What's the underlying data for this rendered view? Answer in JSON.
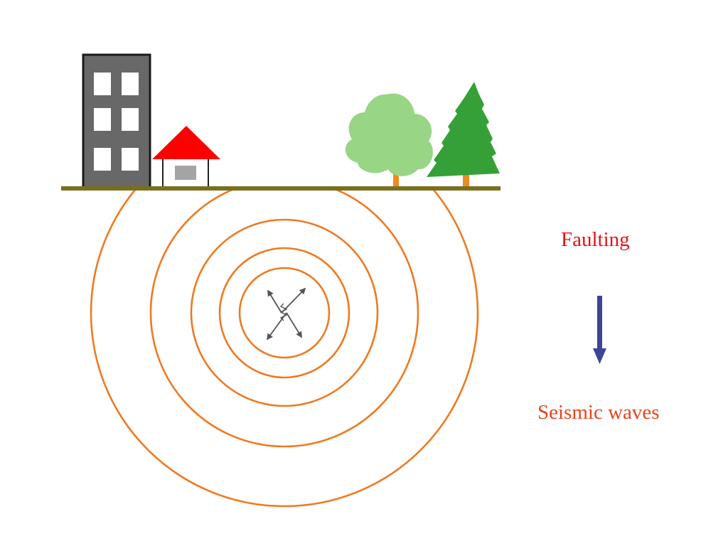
{
  "labels": {
    "faulting": "Faulting",
    "seismic_waves": "Seismic waves"
  },
  "icons": {
    "building": "apartment-building-icon",
    "house": "house-icon",
    "deciduous_tree": "deciduous-tree-icon",
    "conifer_tree": "conifer-tree-icon",
    "fault": "fault-slip-arrows-icon",
    "process_arrow": "down-arrow-icon"
  },
  "colors": {
    "faulting_text": "#e8111a",
    "seismic_text": "#e8431a",
    "wave_rings": "#ee7a22",
    "ground": "#7b6f1e",
    "building": "#686868",
    "roof": "#ff0000",
    "tree_light": "#98d585",
    "tree_dark": "#35a038",
    "trunk": "#ee8a22",
    "arrow": "#3d4595",
    "fault_arrows": "#555555"
  },
  "diagram": {
    "wave_ring_count": 5
  }
}
